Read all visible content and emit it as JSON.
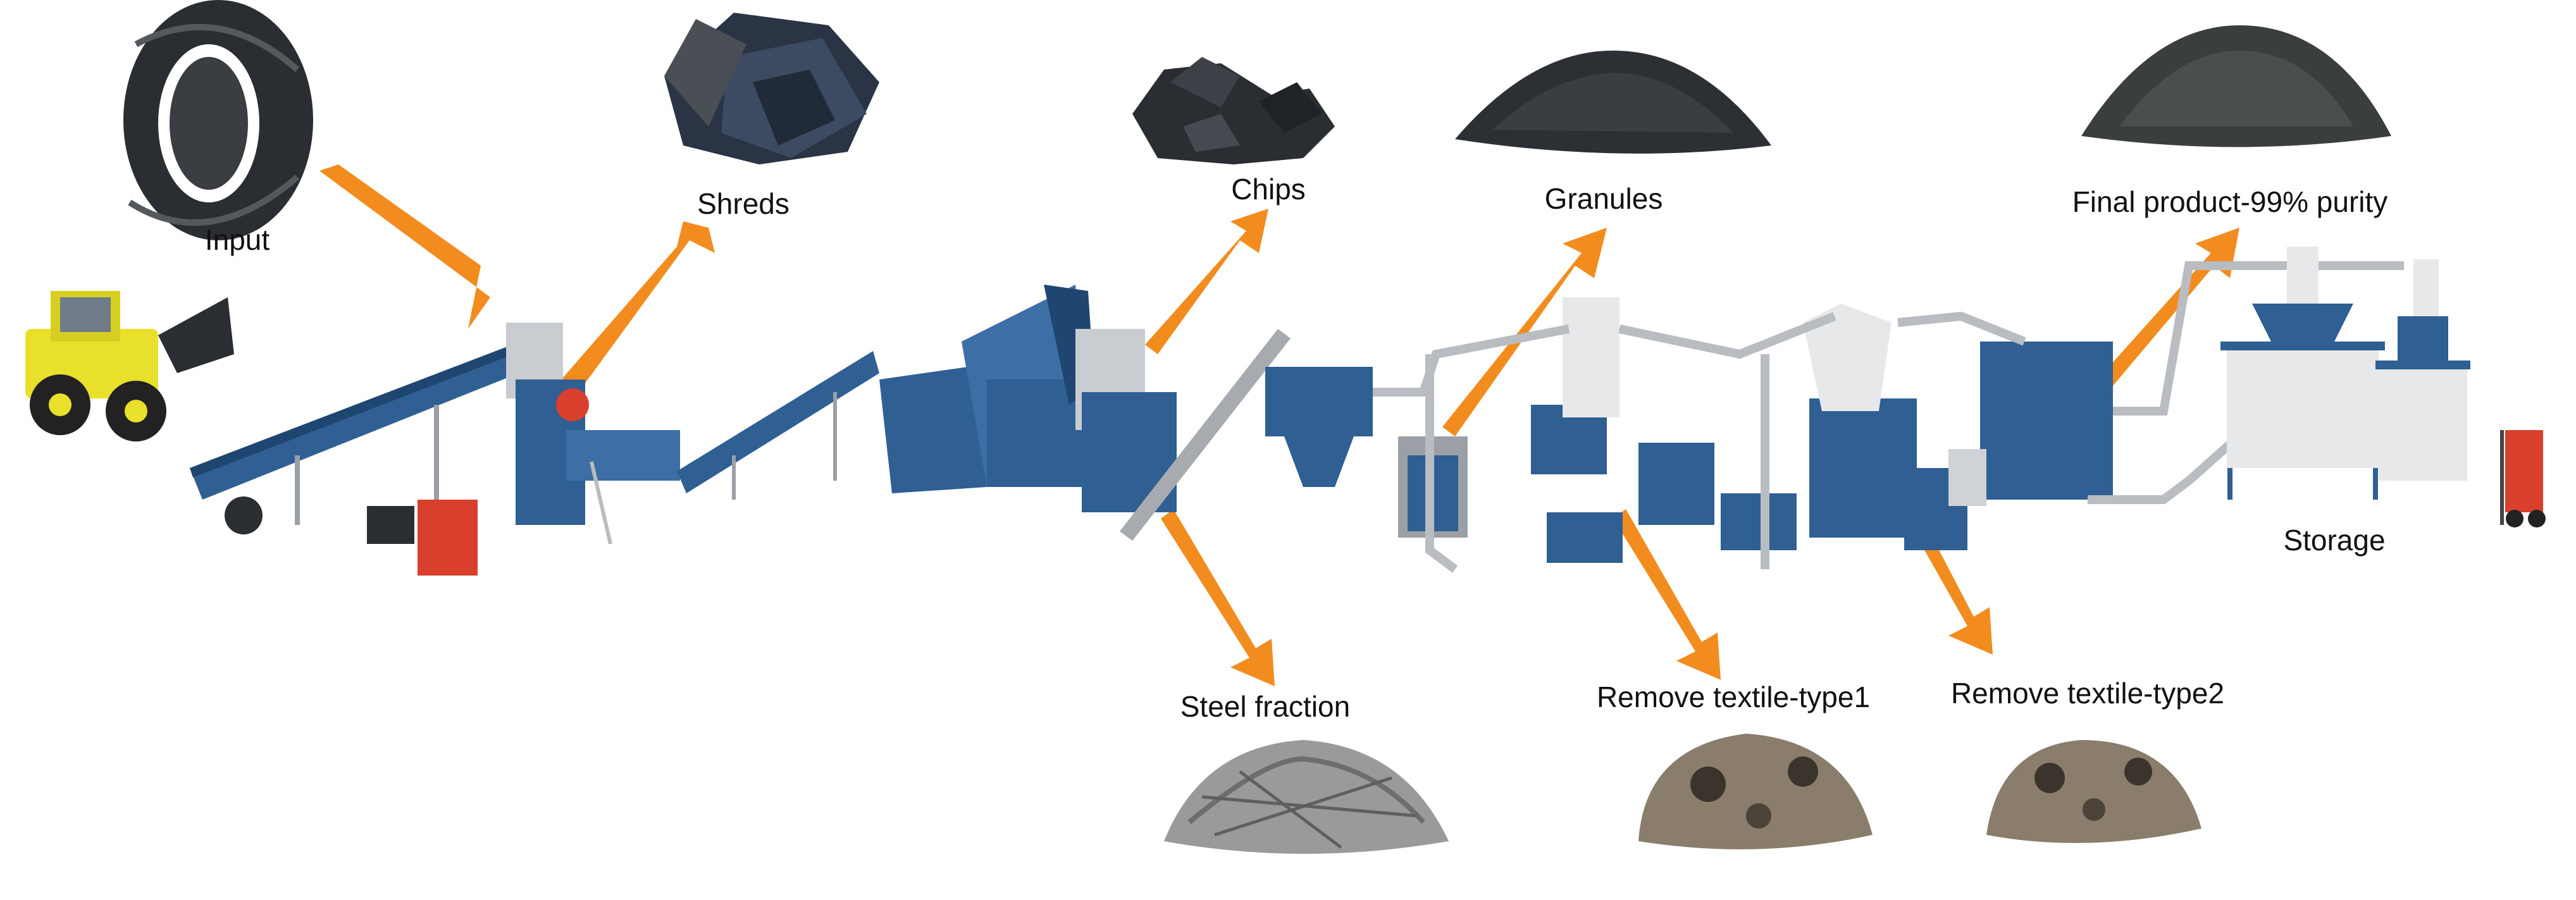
{
  "labels": {
    "input": "Input",
    "shreds": "Shreds",
    "chips": "Chips",
    "granules": "Granules",
    "final_product": "Final product-99% purity",
    "storage": "Storage",
    "steel_fraction": "Steel fraction",
    "remove_textile_1": "Remove textile-type1",
    "remove_textile_2": "Remove textile-type2"
  },
  "colors": {
    "arrow": "#f28c1e",
    "machine_blue": "#2f5f93",
    "machine_blue_dark": "#1f4670",
    "pipe_grey": "#b9bcc0",
    "loader_yellow": "#e8e02a",
    "container_red": "#d8402d",
    "rubber_black": "#2a2d31",
    "textile_brown": "#8a7d6c",
    "steel_grey": "#8d8d8d"
  }
}
